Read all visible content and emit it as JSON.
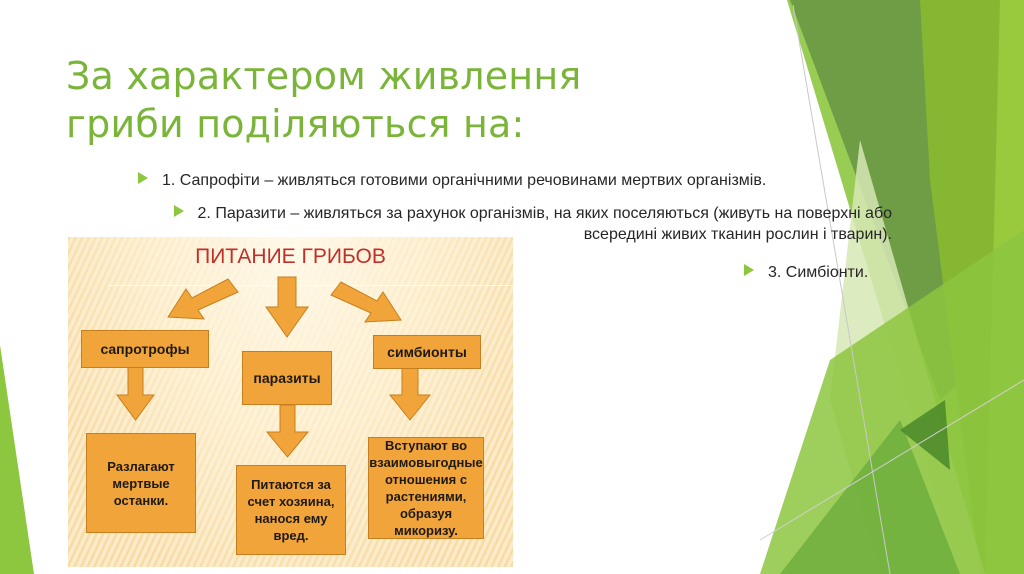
{
  "slide": {
    "title": "За характером живлення гриби поділяються на:",
    "accent_color": "#7ab53a",
    "bullet_color": "#8dc63f",
    "bullets": [
      {
        "text": "1. Сапрофіти – живляться готовими органічними речовинами мертвих організмів."
      },
      {
        "line1": "2. Паразити – живляться за рахунок організмів, на яких поселяються (живуть на поверхні або",
        "line2": "всередині живих тканин рослин і тварин)."
      },
      {
        "text": "3. Симбіонти."
      }
    ]
  },
  "diagram": {
    "title": "ПИТАНИЕ ГРИБОВ",
    "categories": [
      {
        "label": "сапротрофы",
        "description": "Разлагают мертвые останки."
      },
      {
        "label": "паразиты",
        "description": "Питаются за счет хозяина, нанося ему вред."
      },
      {
        "label": "симбионты",
        "description": "Вступают во взаимовыгодные отношения с растениями, образуя микоризу."
      }
    ],
    "box_color": "#f1a43a",
    "title_color": "#c0302a"
  }
}
